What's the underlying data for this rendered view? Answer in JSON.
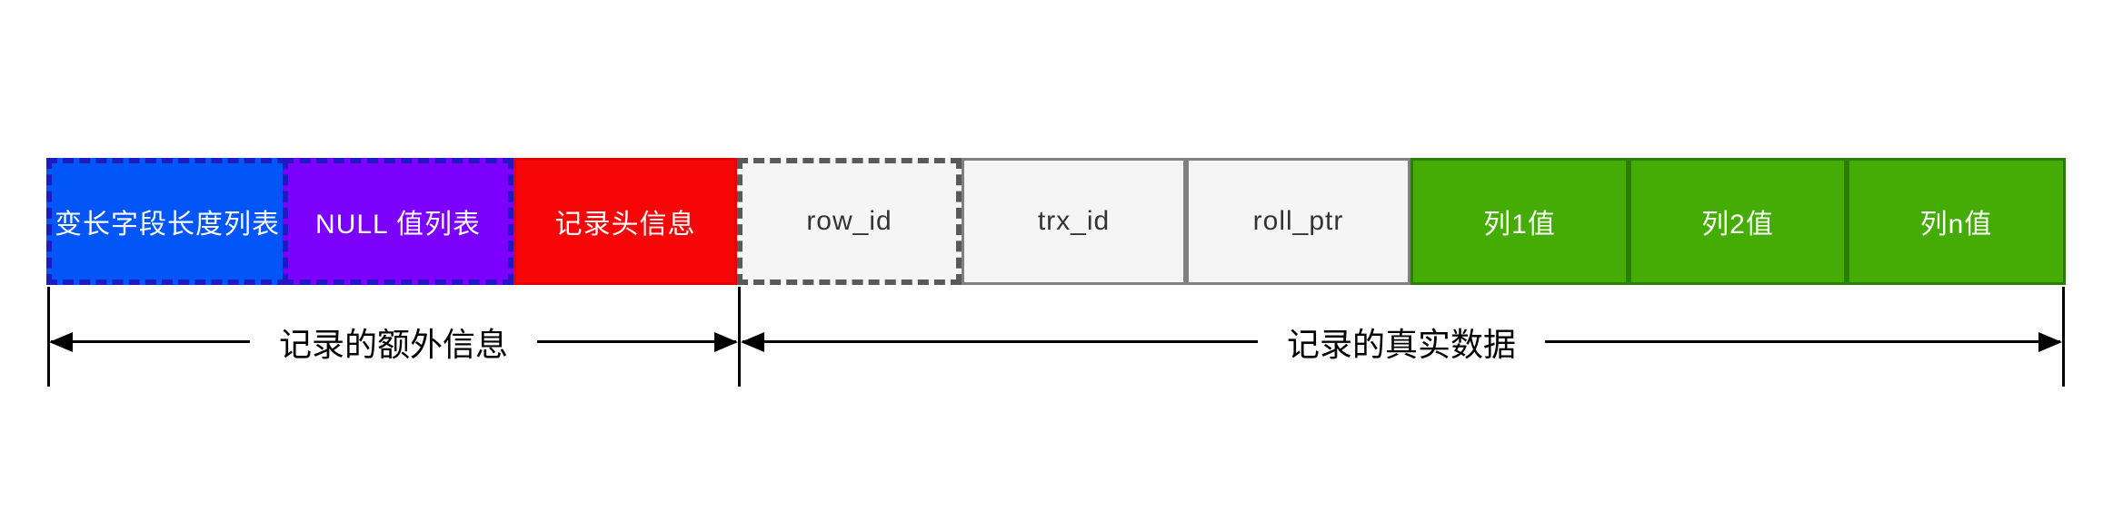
{
  "diagram": {
    "description_colors": {
      "varlen_fill": "#0256f8",
      "varlen_border": "#1d1dbe",
      "null_fill": "#7b01fd",
      "header_fill": "#f60606",
      "hidden_fill": "#f5f5f5",
      "hidden_border": "#595959",
      "column_fill": "#45ab05",
      "column_border": "#2b7d02",
      "arrow_color": "#000000"
    },
    "boxes": [
      {
        "label": "变长字段长度列表",
        "fill": "#0256f8",
        "border_color": "#1d1dbe",
        "border_style": "dashed",
        "text_color": "#ffffff"
      },
      {
        "label": "NULL 值列表",
        "fill": "#7b01fd",
        "border_color": "#2317c4",
        "border_style": "dashed",
        "text_color": "#ffffff"
      },
      {
        "label": "记录头信息",
        "fill": "#f60606",
        "border_color": "#e30303",
        "border_style": "solid",
        "text_color": "#ffffff"
      },
      {
        "label": "row_id",
        "fill": "#f5f5f5",
        "border_color": "#595959",
        "border_style": "dashed",
        "text_color": "#333333"
      },
      {
        "label": "trx_id",
        "fill": "#f5f5f5",
        "border_color": "#808080",
        "border_style": "solid",
        "text_color": "#333333"
      },
      {
        "label": "roll_ptr",
        "fill": "#f5f5f5",
        "border_color": "#808080",
        "border_style": "solid",
        "text_color": "#333333"
      },
      {
        "label": "列1值",
        "fill": "#45ab05",
        "border_color": "#2b7d02",
        "border_style": "solid",
        "text_color": "#ffffff"
      },
      {
        "label": "列2值",
        "fill": "#45ab05",
        "border_color": "#2b7d02",
        "border_style": "solid",
        "text_color": "#ffffff"
      },
      {
        "label": "列n值",
        "fill": "#45ab05",
        "border_color": "#2b7d02",
        "border_style": "solid",
        "text_color": "#ffffff"
      }
    ],
    "spans": [
      {
        "label": "记录的额外信息"
      },
      {
        "label": "记录的真实数据"
      }
    ]
  }
}
